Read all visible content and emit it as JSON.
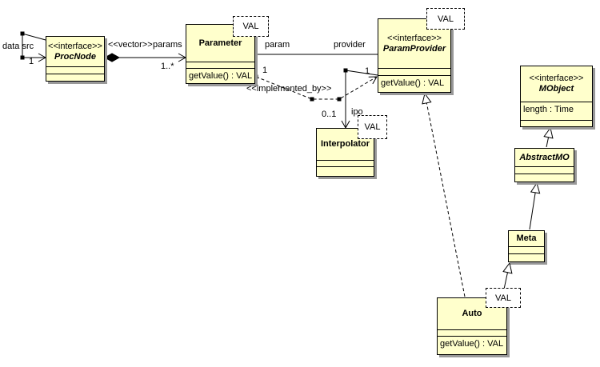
{
  "colors": {
    "box_fill": "#ffffcc",
    "box_border": "#000000",
    "box_shadow": "#999999",
    "template_fill": "#ffffff",
    "background": "#ffffff",
    "line": "#000000"
  },
  "classes": {
    "procnode": {
      "stereotype": "<<interface>>",
      "name": "ProcNode"
    },
    "parameter": {
      "name": "Parameter",
      "methods": "getValue() : VAL",
      "template": "VAL"
    },
    "paramprovider": {
      "stereotype": "<<interface>>",
      "name": "ParamProvider",
      "methods": "getValue() : VAL",
      "template": "VAL"
    },
    "interpolator": {
      "name": "Interpolator",
      "template": "VAL"
    },
    "mobject": {
      "stereotype": "<<interface>>",
      "name": "MObject",
      "attributes": "length : Time"
    },
    "abstractmo": {
      "name": "AbstractMO"
    },
    "meta": {
      "name": "Meta"
    },
    "auto": {
      "name": "Auto",
      "methods": "getValue() : VAL",
      "template": "VAL"
    }
  },
  "edge_labels": {
    "data_src": "data src",
    "self_mult": "1",
    "vector_stereotype": "<<vector>>",
    "params_role": "params",
    "params_mult": "1..*",
    "param_role": "param",
    "provider_role": "provider",
    "impl_param_mult": "1",
    "implemented_by": "<<implemented_by>>",
    "impl_provider_mult": "1",
    "ipo_mult": "0..1",
    "ipo_role": "ipo"
  }
}
